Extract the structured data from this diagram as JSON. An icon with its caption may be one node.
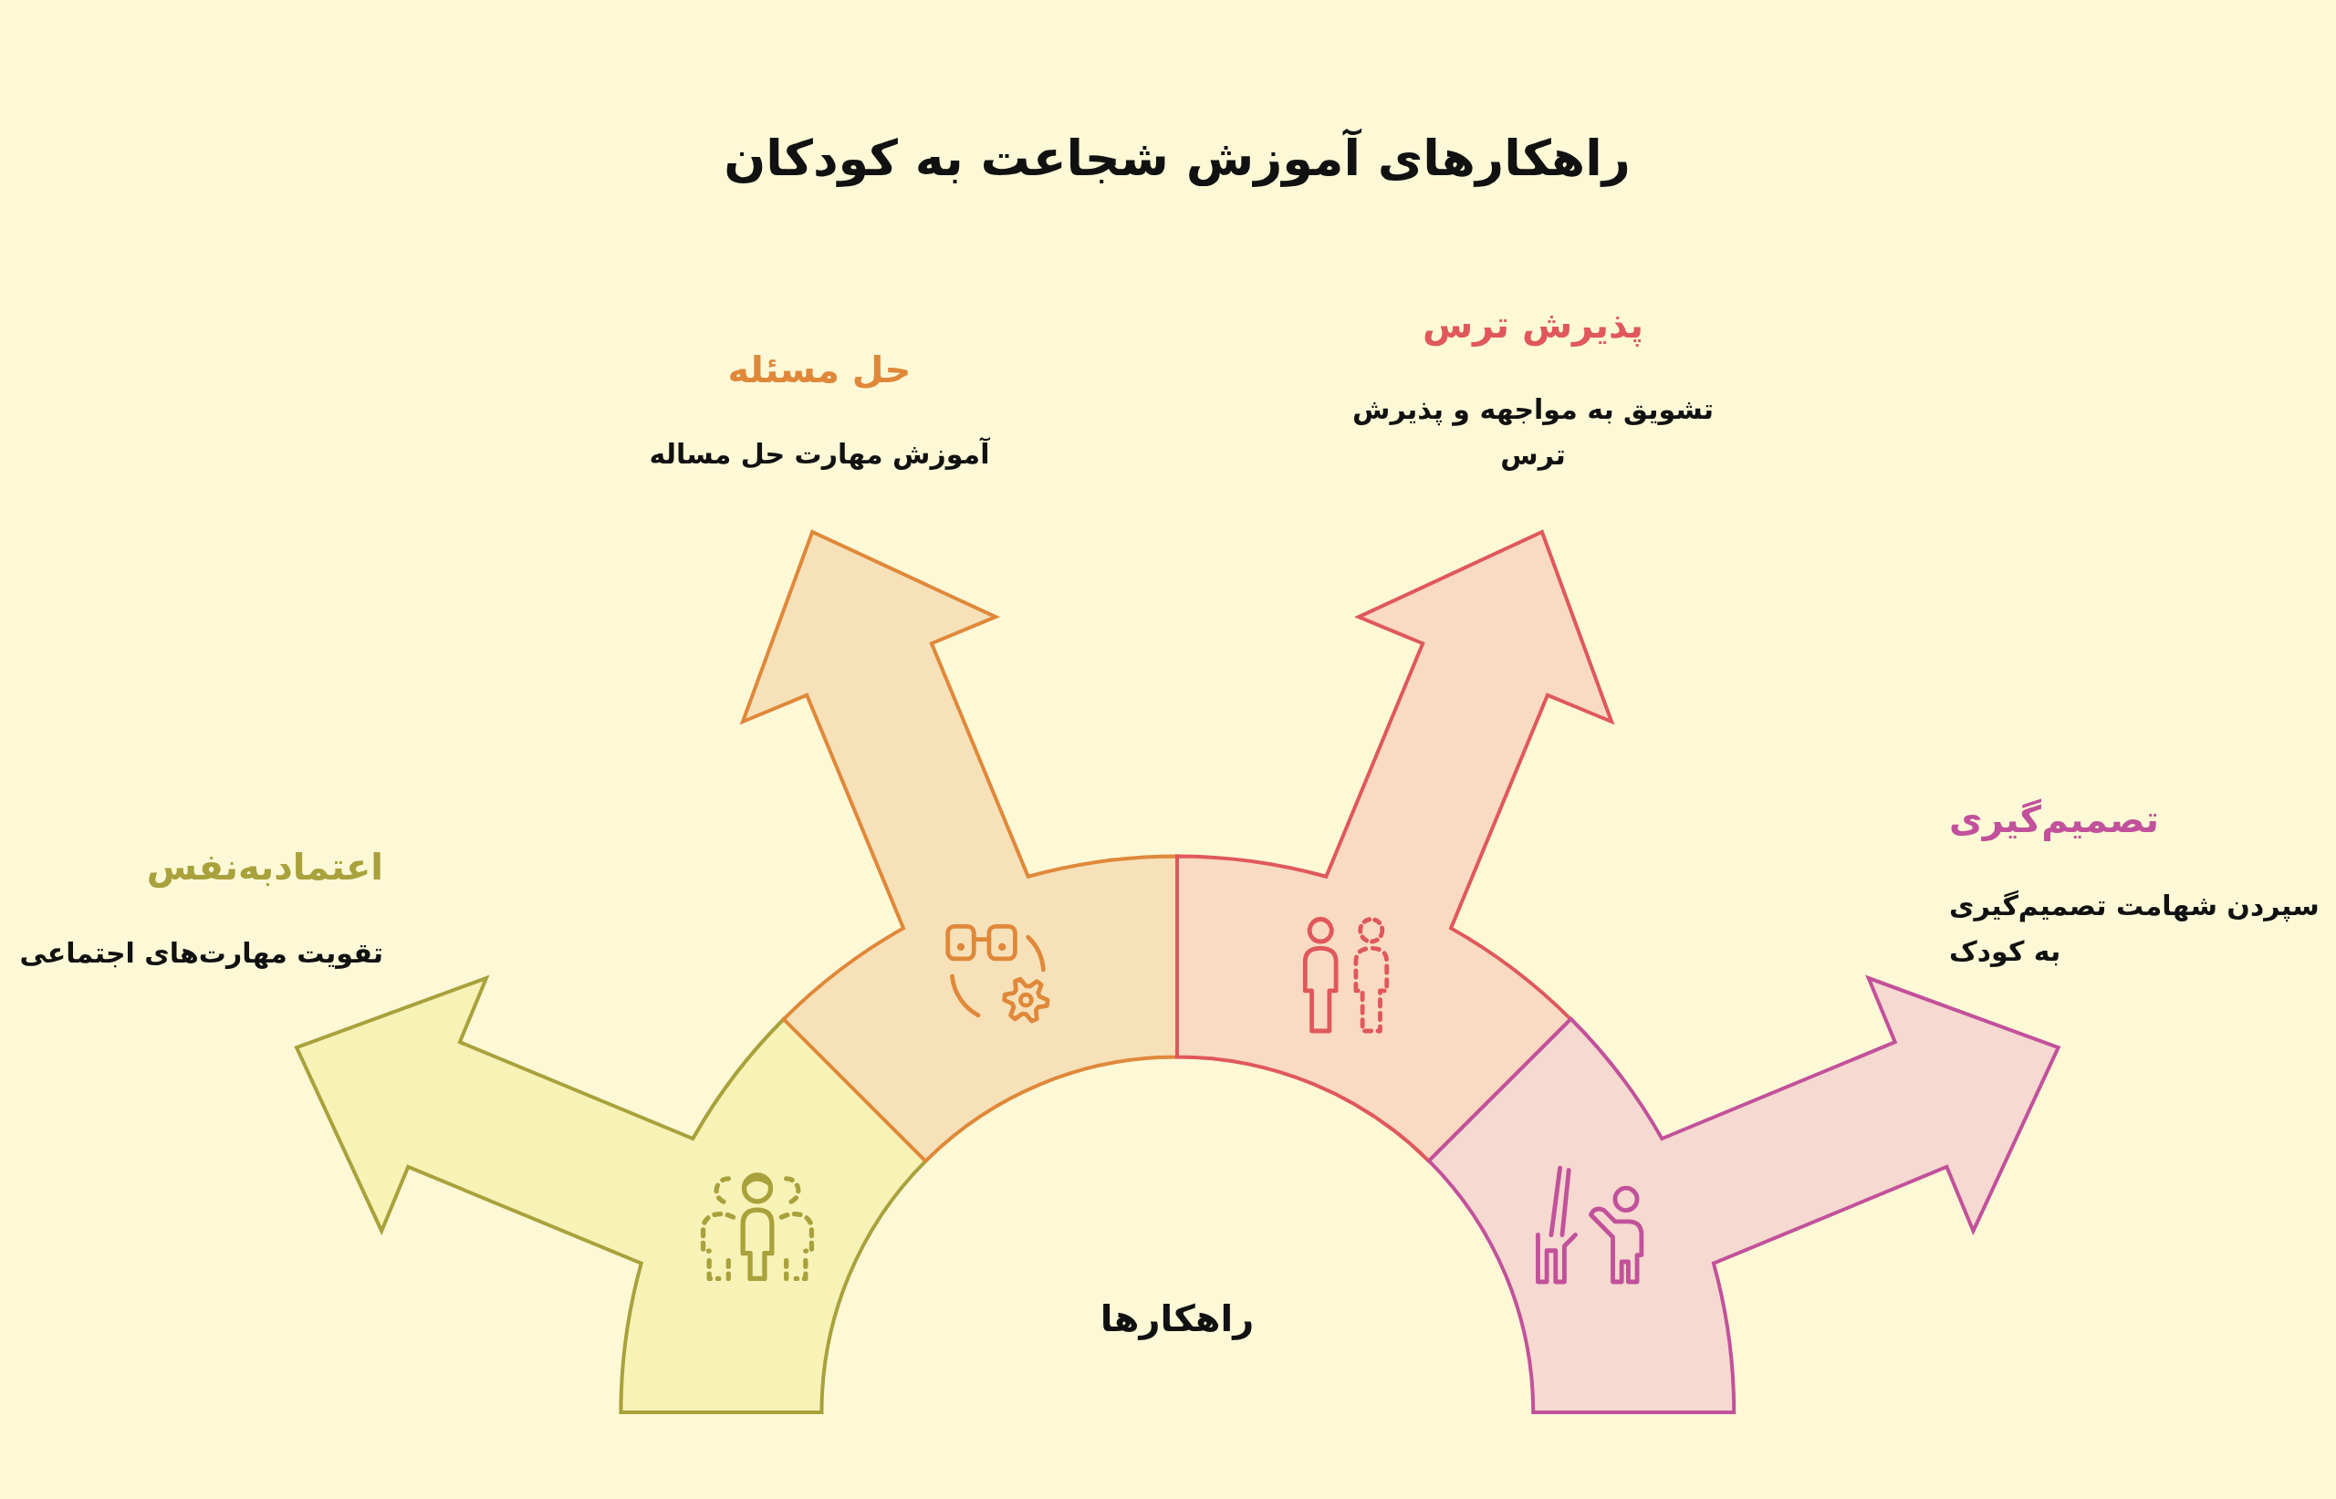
{
  "diagram": {
    "title": "راهکارهای آموزش شجاعت به کودکان",
    "nodes": [
      {
        "text": [
          "راهکارها"
        ]
      },
      {
        "text": [
          "اعتمادبه‌نفس",
          "تقویت مهارت‌های اجتماعی"
        ]
      },
      {
        "text": [
          "حل مسئله",
          "آموزش مهارت حل مساله"
        ]
      },
      {
        "text": [
          "پذیرش ترس",
          "تشویق به مواجهه و پذیرش ترس"
        ]
      },
      {
        "text": [
          "تصمیم‌گیری",
          "سپردن شهامت تصمیم‌گیری به کودک"
        ]
      }
    ]
  }
}
